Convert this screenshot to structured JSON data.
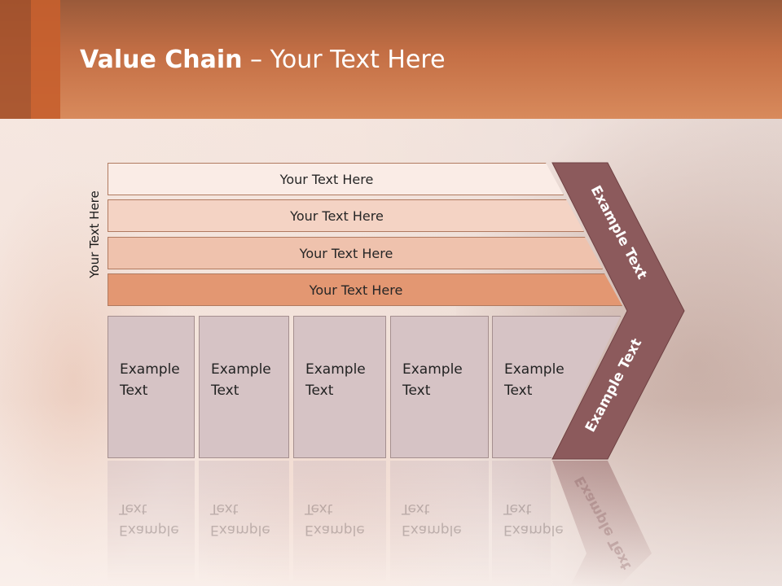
{
  "header": {
    "title_bold": "Value Chain",
    "title_rest": " – Your Text Here"
  },
  "side_label": "Your Text Here",
  "rows": [
    {
      "label": "Your Text Here"
    },
    {
      "label": "Your Text Here"
    },
    {
      "label": "Your Text Here"
    },
    {
      "label": "Your Text Here"
    }
  ],
  "columns": [
    {
      "line1": "Example",
      "line2": "Text"
    },
    {
      "line1": "Example",
      "line2": "Text"
    },
    {
      "line1": "Example",
      "line2": "Text"
    },
    {
      "line1": "Example",
      "line2": "Text"
    },
    {
      "line1": "Example",
      "line2": "Text"
    }
  ],
  "chevron": {
    "top_label": "Example Text",
    "bottom_label": "Example Text",
    "color": "#8c5a5c"
  },
  "colors": {
    "header": "#c46f45",
    "row_shades": [
      "#faece6",
      "#f4d3c4",
      "#efc2ad",
      "#e39772"
    ],
    "column_fill": "#d6c3c5"
  }
}
